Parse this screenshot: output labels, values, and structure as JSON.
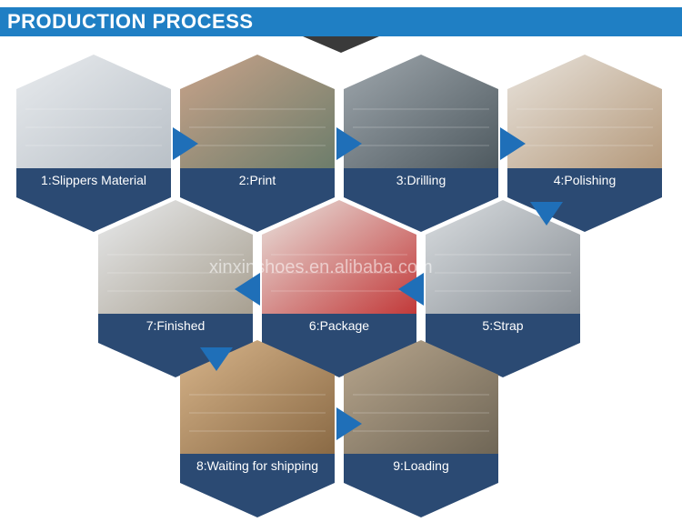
{
  "header": {
    "title": "PRODUCTION PROCESS"
  },
  "watermark": "xinxinshoes.en.alibaba.com",
  "colors": {
    "accent": "#1f7fc4",
    "label_bg": "#2b4a73",
    "arrow": "#1f6fb8"
  },
  "steps": [
    {
      "label": "1:Slippers Material",
      "photo": "stacked-white-slipper-soles-photo",
      "c1": "#e8ebee",
      "c2": "#b9c0c7"
    },
    {
      "label": "2:Print",
      "photo": "factory-printing-line-photo",
      "c1": "#c9a38a",
      "c2": "#6d7d6b"
    },
    {
      "label": "3:Drilling",
      "photo": "drilling-machine-photo",
      "c1": "#9fa7ad",
      "c2": "#4f5a60"
    },
    {
      "label": "4:Polishing",
      "photo": "polishing-worker-photo",
      "c1": "#e8e3dc",
      "c2": "#b59a7c"
    },
    {
      "label": "5:Strap",
      "photo": "strap-assembly-photo",
      "c1": "#d9dde0",
      "c2": "#8a9096"
    },
    {
      "label": "6:Package",
      "photo": "packaged-slippers-photo",
      "c1": "#e9e4df",
      "c2": "#c23a3a"
    },
    {
      "label": "7:Finished",
      "photo": "finished-slippers-box-photo",
      "c1": "#e8eaec",
      "c2": "#a8a091"
    },
    {
      "label": "8:Waiting for shipping",
      "photo": "warehouse-cartons-photo",
      "c1": "#d7b48a",
      "c2": "#8a6a45"
    },
    {
      "label": "9:Loading",
      "photo": "container-loading-photo",
      "c1": "#b8a68d",
      "c2": "#6f6656"
    }
  ]
}
